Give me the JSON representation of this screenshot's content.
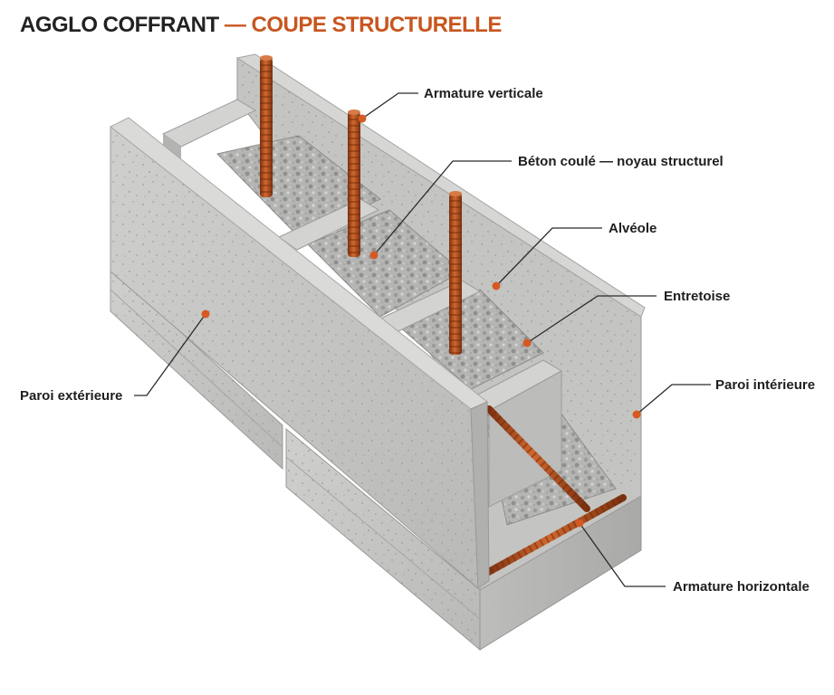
{
  "title": {
    "main": "AGGLO COFFRANT",
    "separator": "—",
    "subtitle": "COUPE STRUCTURELLE"
  },
  "colors": {
    "accent": "#c8561f",
    "rebar": "#b24e1d",
    "concrete": "#c9c9c7",
    "text": "#1e1e1e"
  },
  "labels": {
    "armature_verticale": "Armature verticale",
    "beton_coule": "Béton coulé — noyau structurel",
    "alveole": "Alvéole",
    "entretoise": "Entretoise",
    "paroi_exterieure": "Paroi extérieure",
    "paroi_interieure": "Paroi intérieure",
    "armature_horizontale": "Armature horizontale"
  }
}
